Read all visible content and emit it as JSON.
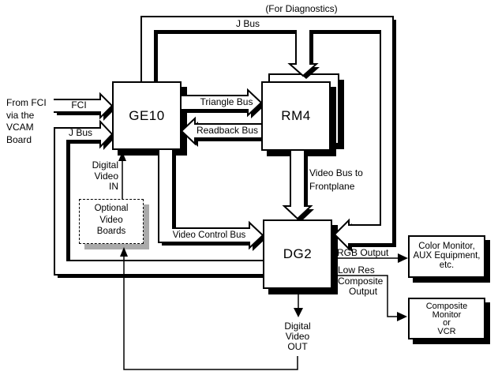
{
  "canvas": {
    "background": "#ffffff",
    "ink": "#000000",
    "soft_shadow": "#aaaaaa"
  },
  "blocks": {
    "ge10": {
      "label": "GE10"
    },
    "rm4": {
      "label": "RM4"
    },
    "dg2": {
      "label": "DG2"
    },
    "optional_video_boards": {
      "lines": [
        "Optional",
        "Video",
        "Boards"
      ]
    },
    "color_monitor": {
      "lines": [
        "Color Monitor,",
        "AUX Equipment,",
        "etc."
      ]
    },
    "composite_monitor": {
      "lines": [
        "Composite",
        "Monitor",
        "or",
        "VCR"
      ]
    }
  },
  "bus_labels": {
    "for_diagnostics": "(For Diagnostics)",
    "j_bus_top": "J Bus",
    "fci": "FCI",
    "j_bus_left": "J Bus",
    "triangle_bus": "Triangle Bus",
    "readback_bus": "Readback Bus",
    "video_bus_to_frontplane": [
      "Video Bus to",
      "Frontplane"
    ],
    "video_control_bus": "Video Control Bus",
    "rgb_output": "RGB Output",
    "low_res_composite_output": [
      "Low Res",
      "Composite",
      "Output"
    ],
    "digital_video_in": [
      "Digital",
      "Video",
      "IN"
    ],
    "digital_video_out": [
      "Digital",
      "Video",
      "OUT"
    ]
  },
  "side_note": {
    "lines": [
      "From FCI",
      "via the",
      "VCAM",
      "Board"
    ]
  }
}
